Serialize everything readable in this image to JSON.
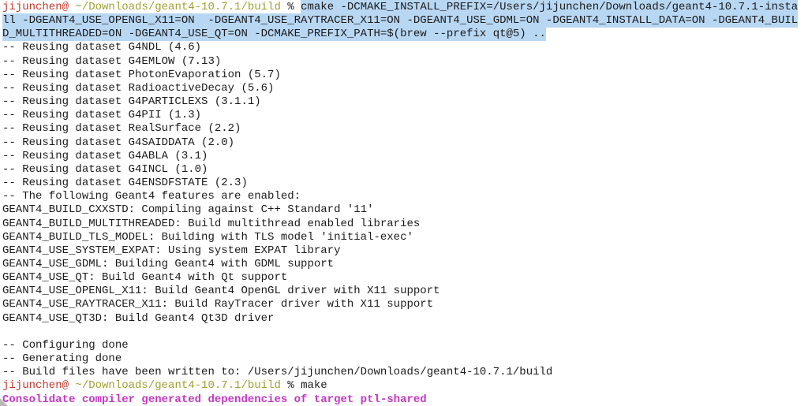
{
  "theme": {
    "background": "#ffffff",
    "foreground": "#1b1b1b",
    "prompt_user_color": "#c13a2c",
    "prompt_path_color": "#a2a033",
    "selection_color": "#b8d7f3",
    "magenta_color": "#c337c3",
    "marker_color": "#a8a8a8"
  },
  "terminal": {
    "lines": [
      {
        "segments": [
          {
            "style": "user",
            "text": "jijunchen@"
          },
          {
            "style": "default",
            "text": " "
          },
          {
            "style": "path",
            "text": "~/Downloads/geant4-10.7.1/build"
          },
          {
            "style": "default",
            "text": " % "
          },
          {
            "style": "sel",
            "text": "cmake -DCMAKE_INSTALL_PREFIX=/Users/jijunchen/Downloads/geant4-10.7.1-insta"
          }
        ]
      },
      {
        "segments": [
          {
            "style": "sel",
            "text": "ll -DGEANT4_USE_OPENGL_X11=ON  -DGEANT4_USE_RAYTRACER_X11=ON -DGEANT4_USE_GDML=ON -DGEANT4_INSTALL_DATA=ON -DGEANT4_BUIL"
          }
        ]
      },
      {
        "segments": [
          {
            "style": "sel",
            "text": "D_MULTITHREADED=ON -DGEANT4_USE_QT=ON -DCMAKE_PREFIX_PATH=$(brew --prefix qt@5) .."
          }
        ]
      },
      {
        "segments": [
          {
            "style": "default",
            "text": "-- Reusing dataset G4NDL (4.6)"
          }
        ]
      },
      {
        "segments": [
          {
            "style": "default",
            "text": "-- Reusing dataset G4EMLOW (7.13)"
          }
        ]
      },
      {
        "segments": [
          {
            "style": "default",
            "text": "-- Reusing dataset PhotonEvaporation (5.7)"
          }
        ]
      },
      {
        "segments": [
          {
            "style": "default",
            "text": "-- Reusing dataset RadioactiveDecay (5.6)"
          }
        ]
      },
      {
        "segments": [
          {
            "style": "default",
            "text": "-- Reusing dataset G4PARTICLEXS (3.1.1)"
          }
        ]
      },
      {
        "segments": [
          {
            "style": "default",
            "text": "-- Reusing dataset G4PII (1.3)"
          }
        ]
      },
      {
        "segments": [
          {
            "style": "default",
            "text": "-- Reusing dataset RealSurface (2.2)"
          }
        ]
      },
      {
        "segments": [
          {
            "style": "default",
            "text": "-- Reusing dataset G4SAIDDATA (2.0)"
          }
        ]
      },
      {
        "segments": [
          {
            "style": "default",
            "text": "-- Reusing dataset G4ABLA (3.1)"
          }
        ]
      },
      {
        "segments": [
          {
            "style": "default",
            "text": "-- Reusing dataset G4INCL (1.0)"
          }
        ]
      },
      {
        "segments": [
          {
            "style": "default",
            "text": "-- Reusing dataset G4ENSDFSTATE (2.3)"
          }
        ]
      },
      {
        "segments": [
          {
            "style": "default",
            "text": "-- The following Geant4 features are enabled:"
          }
        ]
      },
      {
        "segments": [
          {
            "style": "default",
            "text": "GEANT4_BUILD_CXXSTD: Compiling against C++ Standard '11'"
          }
        ]
      },
      {
        "segments": [
          {
            "style": "default",
            "text": "GEANT4_BUILD_MULTITHREADED: Build multithread enabled libraries"
          }
        ]
      },
      {
        "segments": [
          {
            "style": "default",
            "text": "GEANT4_BUILD_TLS_MODEL: Building with TLS model 'initial-exec'"
          }
        ]
      },
      {
        "segments": [
          {
            "style": "default",
            "text": "GEANT4_USE_SYSTEM_EXPAT: Using system EXPAT library"
          }
        ]
      },
      {
        "segments": [
          {
            "style": "default",
            "text": "GEANT4_USE_GDML: Building Geant4 with GDML support"
          }
        ]
      },
      {
        "segments": [
          {
            "style": "default",
            "text": "GEANT4_USE_QT: Build Geant4 with Qt support"
          }
        ]
      },
      {
        "segments": [
          {
            "style": "default",
            "text": "GEANT4_USE_OPENGL_X11: Build Geant4 OpenGL driver with X11 support"
          }
        ]
      },
      {
        "segments": [
          {
            "style": "default",
            "text": "GEANT4_USE_RAYTRACER_X11: Build RayTracer driver with X11 support"
          }
        ]
      },
      {
        "segments": [
          {
            "style": "default",
            "text": "GEANT4_USE_QT3D: Build Geant4 Qt3D driver"
          }
        ]
      },
      {
        "segments": []
      },
      {
        "segments": [
          {
            "style": "default",
            "text": "-- Configuring done"
          }
        ]
      },
      {
        "segments": [
          {
            "style": "default",
            "text": "-- Generating done"
          }
        ]
      },
      {
        "segments": [
          {
            "style": "default",
            "text": "-- Build files have been written to: /Users/jijunchen/Downloads/geant4-10.7.1/build"
          }
        ]
      },
      {
        "segments": [
          {
            "style": "user",
            "text": "jijunchen@"
          },
          {
            "style": "default",
            "text": " "
          },
          {
            "style": "path",
            "text": "~/Downloads/geant4-10.7.1/build"
          },
          {
            "style": "default",
            "text": " % make"
          }
        ]
      },
      {
        "segments": [
          {
            "style": "magenta",
            "text": "Consolidate compiler generated dependencies of target ptl-shared"
          }
        ]
      }
    ]
  }
}
